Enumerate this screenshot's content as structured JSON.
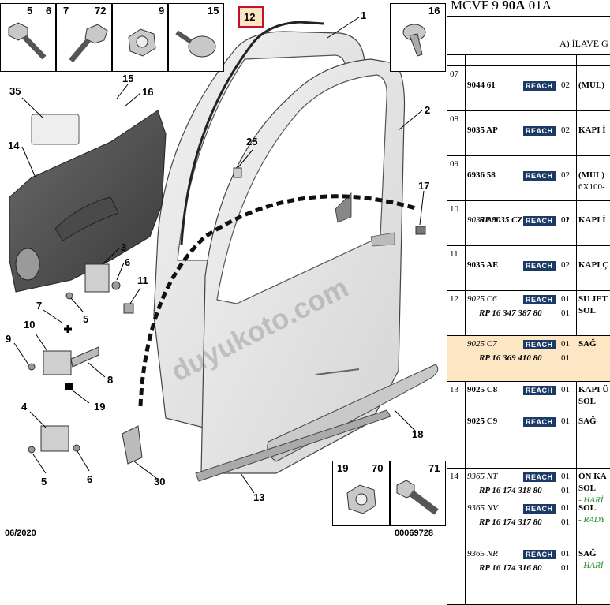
{
  "diagram": {
    "box_labels": [
      "5",
      "6",
      "7",
      "72",
      "9",
      "15",
      "16",
      "19",
      "70",
      "71"
    ],
    "highlight_label": "12",
    "callouts": [
      "1",
      "2",
      "35",
      "15",
      "16",
      "14",
      "25",
      "17",
      "3",
      "6",
      "11",
      "7",
      "5",
      "10",
      "9",
      "8",
      "19",
      "4",
      "5",
      "6",
      "30",
      "18",
      "13"
    ],
    "date": "06/2020",
    "ref": "00069728",
    "watermark": "duyukoto.com",
    "highlight_color": "#c8102e"
  },
  "header": {
    "title_prefix": "MCVF 9 ",
    "title_bold": "90A",
    "title_suffix": " 01A",
    "section": "A) İLAVE G"
  },
  "badge": {
    "text": "REACH",
    "color": "#1c3a66"
  },
  "rows": [
    {
      "num": "07",
      "lines": [
        {
          "pn": "9044 61",
          "italic": false,
          "reach": true,
          "qty": "02",
          "desc": "(MUL)"
        }
      ]
    },
    {
      "num": "08",
      "lines": [
        {
          "pn": "9035 AP",
          "italic": false,
          "reach": true,
          "qty": "02",
          "desc": "KAPI İ"
        }
      ]
    },
    {
      "num": "09",
      "lines": [
        {
          "pn": "6936 58",
          "italic": false,
          "reach": true,
          "qty": "02",
          "desc": "(MUL)",
          "desc2": "6X100-"
        }
      ]
    },
    {
      "num": "10",
      "lines": [
        {
          "pn": "9035 AN",
          "italic": true,
          "reach": true,
          "qty": "02",
          "desc": "KAPI İ"
        },
        {
          "rp": "RP 9035 CZ",
          "qty": "01"
        }
      ]
    },
    {
      "num": "11",
      "lines": [
        {
          "pn": "9035 AE",
          "italic": false,
          "reach": true,
          "qty": "02",
          "desc": "KAPI Ç"
        }
      ]
    },
    {
      "num": "12",
      "lines": [
        {
          "pn": "9025 C6",
          "italic": true,
          "reach": true,
          "qty": "01",
          "desc": "SU JET",
          "desc2": "SOL"
        },
        {
          "rp": "RP 16 347 387 80",
          "qty": "01"
        }
      ]
    },
    {
      "num": "",
      "lines": [
        {
          "pn": "9025 C7",
          "italic": true,
          "reach": true,
          "qty": "01",
          "desc": "SAĞ"
        },
        {
          "rp": "RP 16 369 410 80",
          "qty": "01"
        }
      ]
    },
    {
      "num": "13",
      "lines": [
        {
          "pn": "9025 C8",
          "italic": false,
          "reach": true,
          "qty": "01",
          "desc": "KAPI Ü",
          "desc2": "SOL"
        },
        {
          "pn": "9025 C9",
          "italic": false,
          "reach": true,
          "qty": "01",
          "desc": "SAĞ"
        }
      ]
    },
    {
      "num": "14",
      "lines": [
        {
          "pn": "9365 NT",
          "italic": true,
          "reach": true,
          "qty": "01",
          "desc": "ÖN KA",
          "desc2": "SOL",
          "desc3": "- HARİ"
        },
        {
          "rp": "RP 16 174 318 80",
          "qty": "01"
        },
        {
          "pn": "9365 NV",
          "italic": true,
          "reach": true,
          "qty": "01",
          "desc": "SOL",
          "desc2": "- RADY"
        },
        {
          "rp": "RP 16 174 317 80",
          "qty": "01"
        },
        {
          "pn": "9365 NR",
          "italic": true,
          "reach": true,
          "qty": "01",
          "desc": "SAĞ",
          "desc2": "- HARİ"
        },
        {
          "rp": "RP 16 174 316 80",
          "qty": "01"
        }
      ]
    }
  ]
}
